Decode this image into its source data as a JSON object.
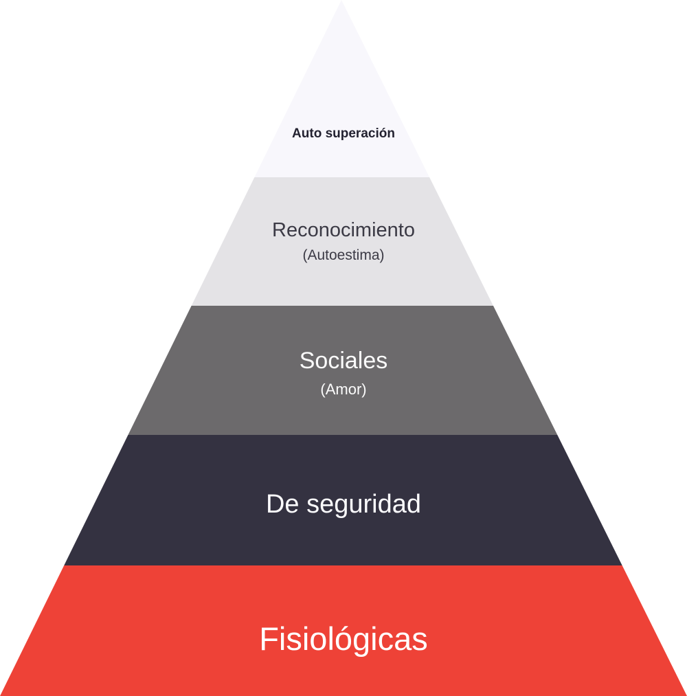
{
  "background_color": "#ffffff",
  "pyramid": {
    "description_name": "needs-pyramid",
    "levels": [
      {
        "label": "Auto superación",
        "sublabel": "",
        "color": "#f8f7fc",
        "text_color": "#232230"
      },
      {
        "label": "Reconocimiento",
        "sublabel": "(Autoestima)",
        "color": "#e4e3e6",
        "text_color": "#3b3a45"
      },
      {
        "label": "Sociales",
        "sublabel": "(Amor)",
        "color": "#6c6a6c",
        "text_color": "#fcfcfc"
      },
      {
        "label": "De seguridad",
        "sublabel": "",
        "color": "#343241",
        "text_color": "#fbfbfd"
      },
      {
        "label": "Fisiológicas",
        "sublabel": "",
        "color": "#ee4237",
        "text_color": "#ffffff"
      }
    ]
  }
}
